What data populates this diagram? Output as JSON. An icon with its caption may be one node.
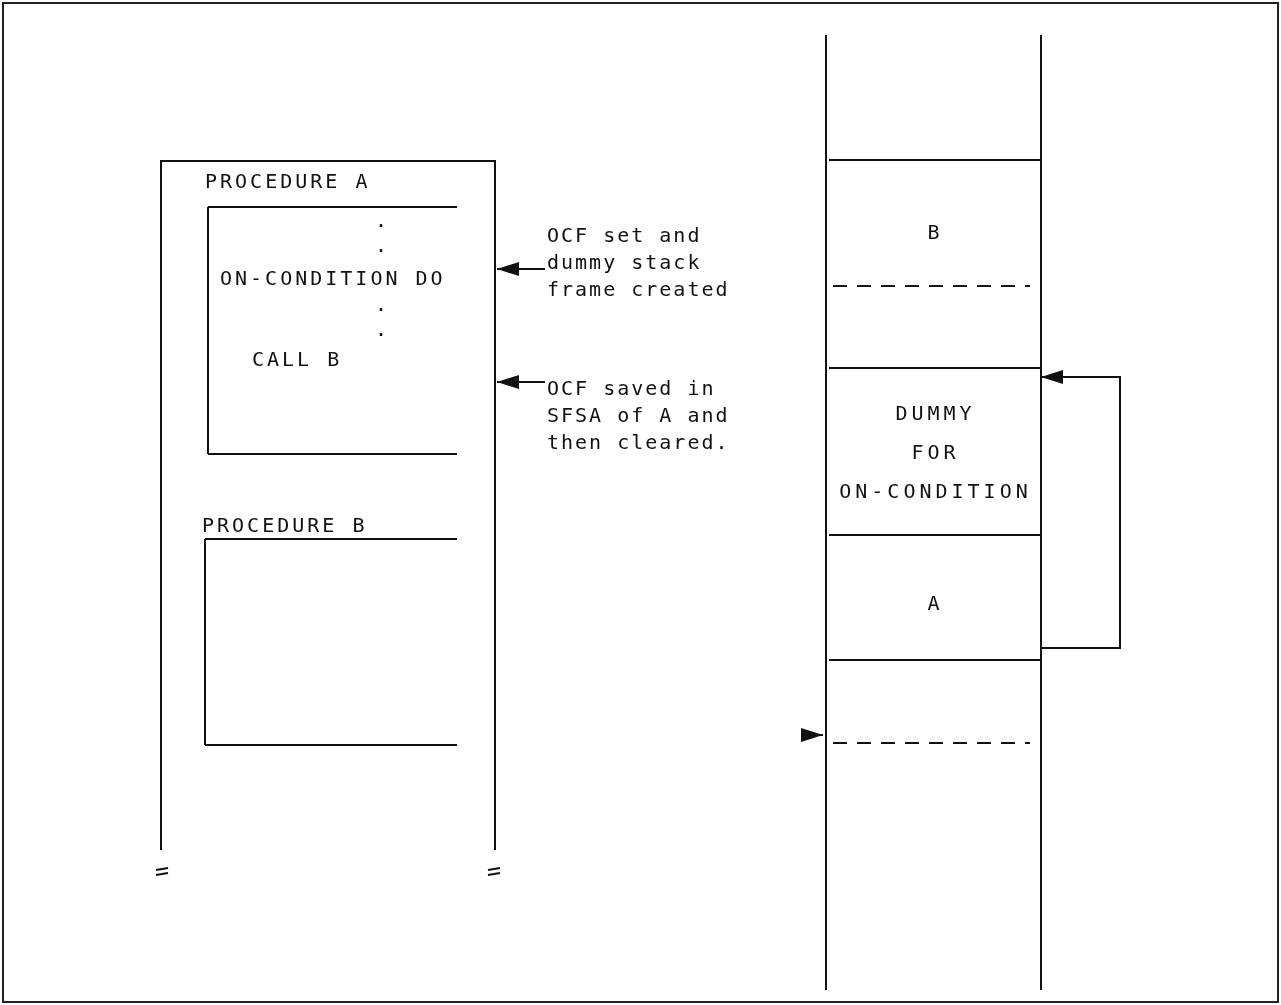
{
  "diagram": {
    "nodes": [
      {
        "text": [],
        "shape": "box"
      },
      {
        "text": [
          "PROCEDURE A",
          ".",
          ".",
          "ON-CONDITION DO",
          ".",
          ".",
          "CALL B"
        ],
        "in": 0
      },
      {
        "text": [
          "PROCEDURE B"
        ],
        "in": 0
      },
      {
        "text": [
          "OCF set and dummy stack frame created"
        ]
      },
      {
        "text": [
          "OCF saved in SFSA of A and then cleared."
        ]
      },
      {
        "text": [],
        "shape": "box"
      },
      {
        "text": [
          "B"
        ],
        "in": 5
      },
      {
        "text": [
          "DUMMY FOR ON-CONDITION"
        ],
        "in": 5
      },
      {
        "text": [
          "A"
        ],
        "in": 5
      }
    ],
    "edges": [
      {
        "from": 3,
        "to": 0,
        "arrow": "to"
      },
      {
        "from": 4,
        "to": 0,
        "arrow": "to"
      },
      {
        "from": 8,
        "to": 7,
        "arrow": "to"
      },
      {
        "from": null,
        "to": 5,
        "arrow": "to"
      }
    ]
  }
}
